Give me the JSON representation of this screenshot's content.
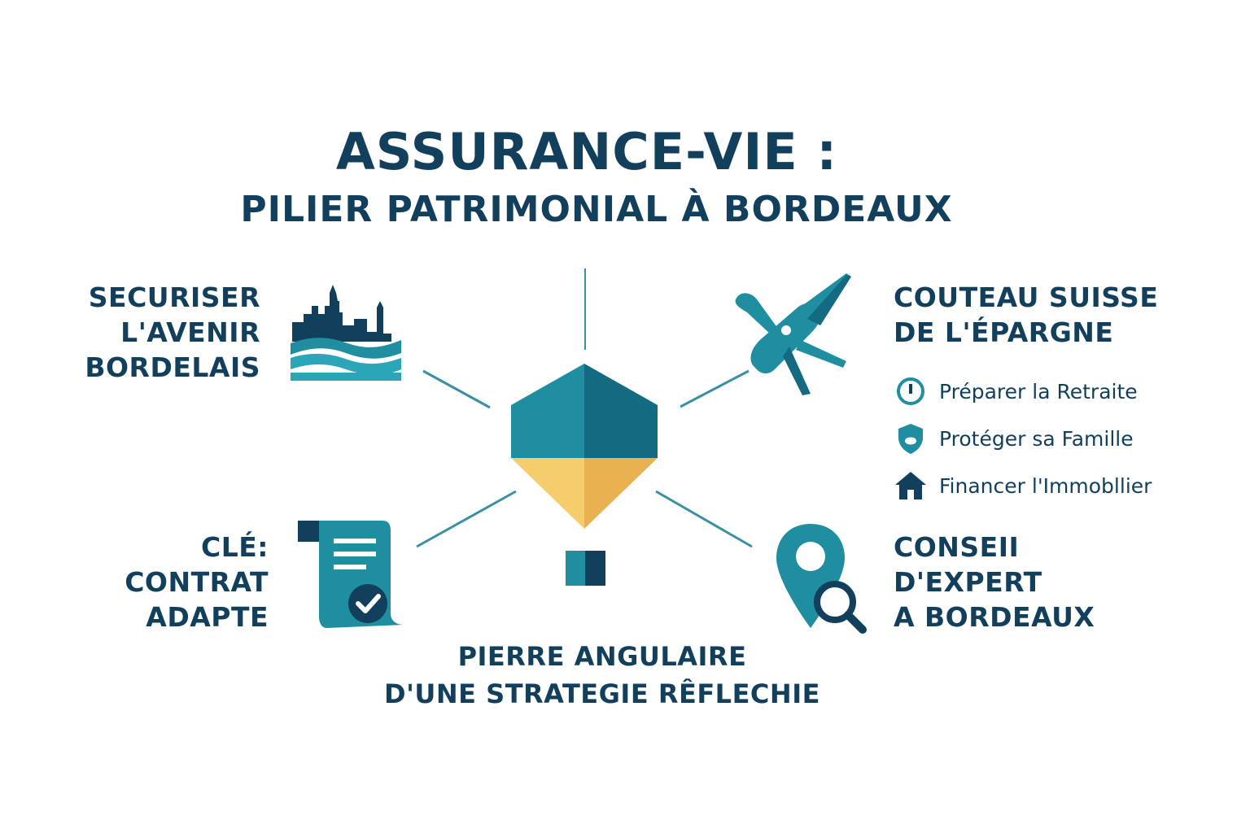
{
  "title": {
    "line1": "ASSURANCE-VIE :",
    "line2": "PILIER PATRIMONIAL À BORDEAUX"
  },
  "nodes": {
    "top_left": {
      "label": "SECURISER\nL'AVENIR\nBORDELAIS",
      "icon": "bordeaux-skyline-icon"
    },
    "top_right": {
      "label": "COUTEAU SUISSE\nDE L'ÉPARGNE",
      "icon": "swiss-army-knife-icon",
      "items": [
        {
          "label": "Préparer la Retraite",
          "icon": "clock-icon"
        },
        {
          "label": "Protéger sa Famille",
          "icon": "shield-icon"
        },
        {
          "label": "Financer l'Immobllier",
          "icon": "house-icon"
        }
      ]
    },
    "bottom_left": {
      "label": "CLÉ:\nCONTRAT\nADAPTE",
      "icon": "contract-scroll-icon"
    },
    "bottom_right": {
      "label": "CONSEII\nD'EXPERT\nA BORDEAUX",
      "icon": "location-search-icon"
    }
  },
  "center": {
    "label": "PIERRE ANGULAIRE\nD'UNE STRATEGIE RÊFLECHIE",
    "icon": "cornerstone-icon"
  },
  "colors": {
    "navy": "#123f5c",
    "teal": "#1f8ea0",
    "teal_dark": "#146a80",
    "gold": "#f2c464",
    "gold_dark": "#e9b14f",
    "connector": "#3b8fa3"
  }
}
